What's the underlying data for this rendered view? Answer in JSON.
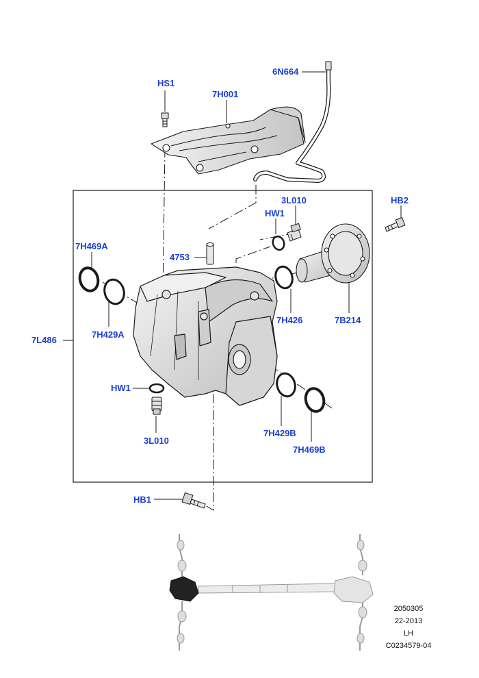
{
  "labels": {
    "hs1": "HS1",
    "p7h001": "7H001",
    "p6n664": "6N664",
    "hb2_top": "HB2",
    "p3l010_top": "3L010",
    "hw1_top": "HW1",
    "p7h469a": "7H469A",
    "p4753": "4753",
    "p7h429a": "7H429A",
    "p7l486": "7L486",
    "p7h426": "7H426",
    "p7b214": "7B214",
    "hw1_bottom": "HW1",
    "p3l010_bottom": "3L010",
    "p7h429b": "7H429B",
    "p7h469b": "7H469B",
    "hb1": "HB1"
  },
  "reference": {
    "number": "2050305",
    "date": "22-2013",
    "side": "LH",
    "code": "C0234579-04"
  },
  "colors": {
    "label": "#1a3fd6",
    "line": "#1a1a1a",
    "part_fill": "#e9e9e9",
    "part_shade": "#bdbdbd"
  }
}
